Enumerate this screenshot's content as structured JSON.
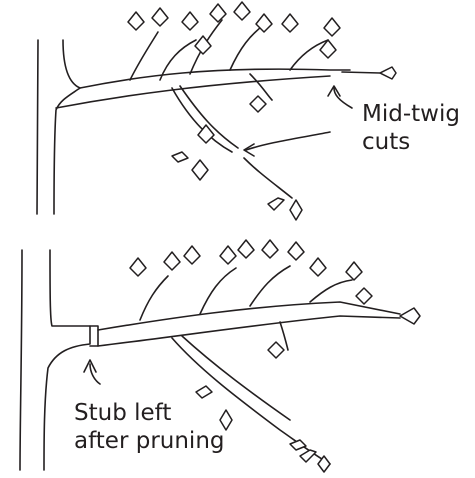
{
  "panels": [
    {
      "labels": [
        "Mid-twig",
        "cuts"
      ]
    },
    {
      "labels": [
        "Stub left",
        "after pruning"
      ]
    }
  ],
  "colors": {
    "ink": "#231f20",
    "background": "#ffffff"
  }
}
